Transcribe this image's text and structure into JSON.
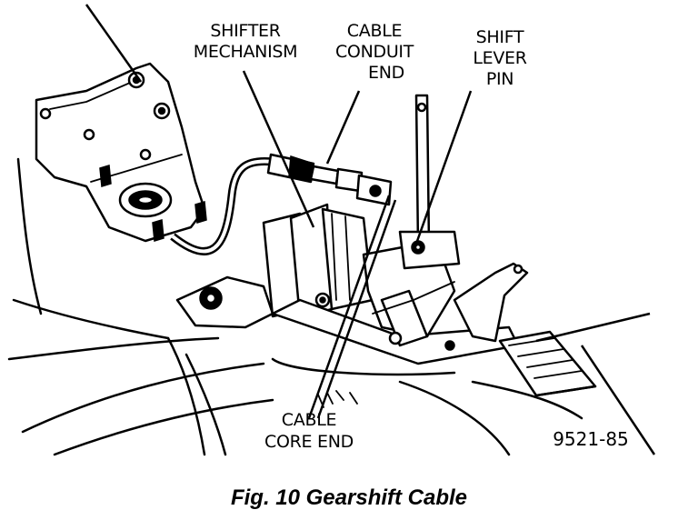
{
  "labels": {
    "shifter_line1": "SHIFTER",
    "shifter_line2": "MECHANISM",
    "conduit_line1": "CABLE",
    "conduit_line2": "CONDUIT",
    "conduit_line3": "END",
    "pin_line1": "SHIFT",
    "pin_line2": "LEVER",
    "pin_line3": "PIN",
    "core_line1": "CABLE",
    "core_line2": "CORE END"
  },
  "figure_id": "9521-85",
  "caption": "Fig. 10 Gearshift Cable"
}
